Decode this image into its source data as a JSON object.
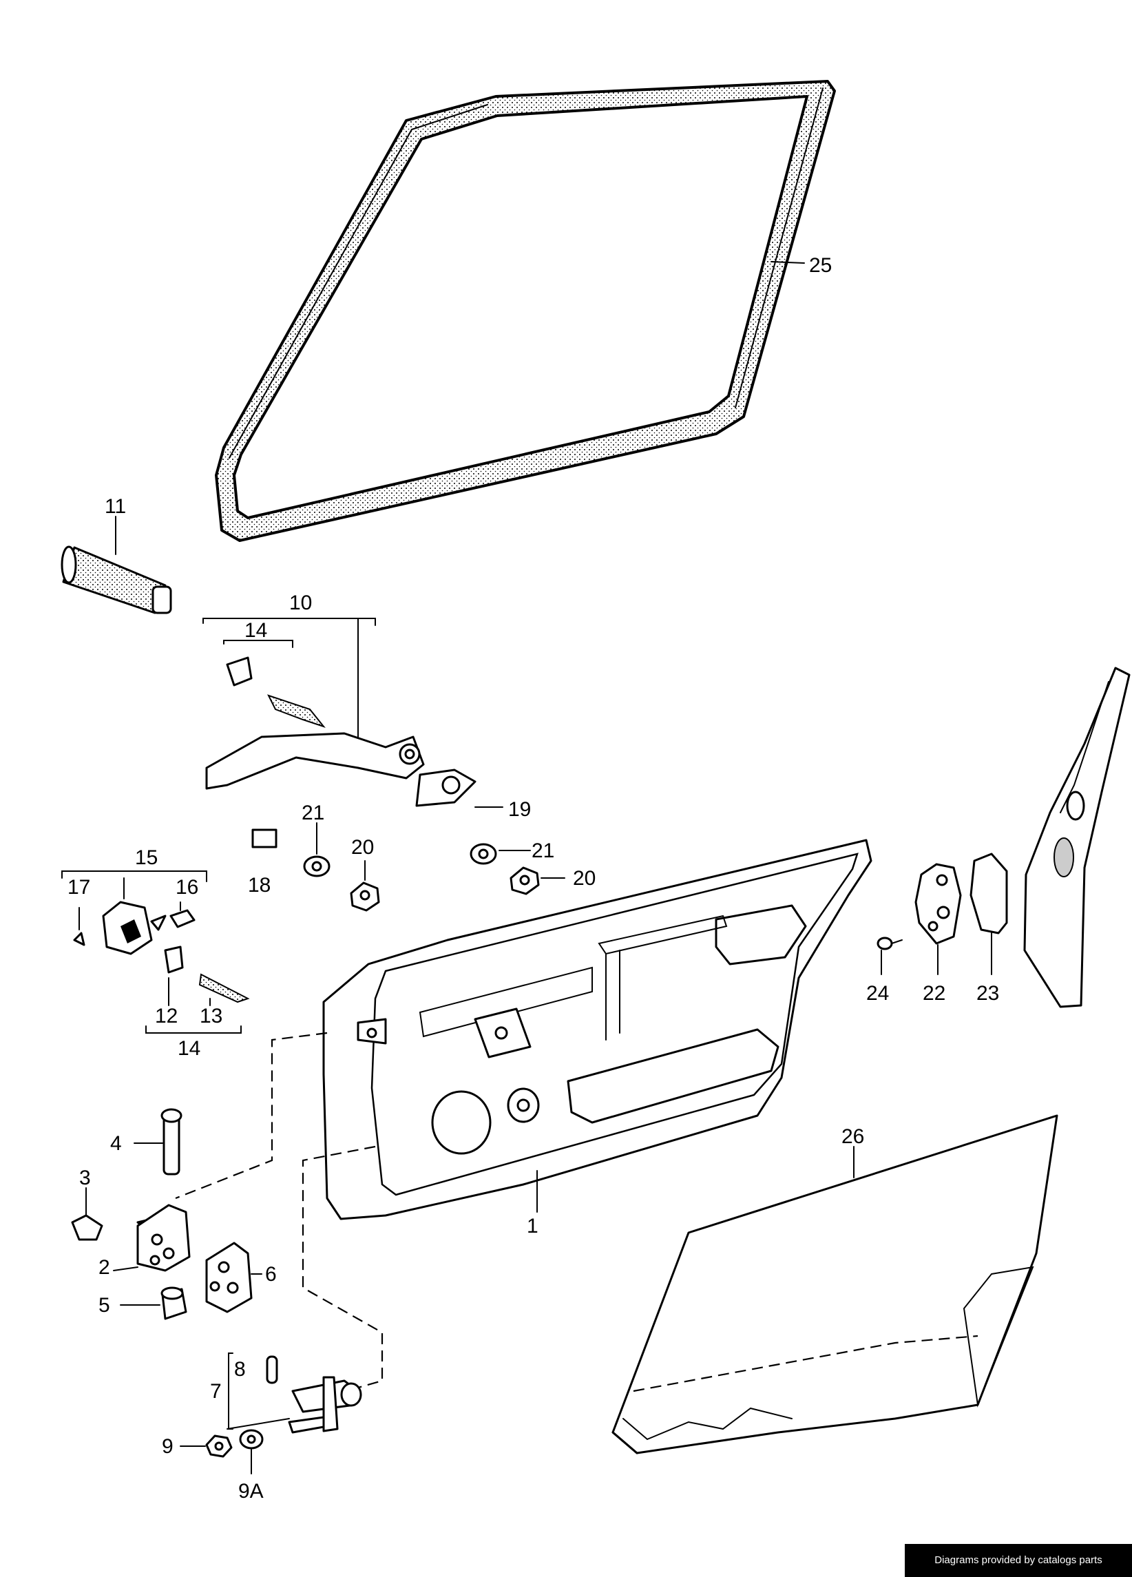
{
  "callouts": {
    "n1": "1",
    "n2": "2",
    "n3": "3",
    "n4": "4",
    "n5": "5",
    "n6": "6",
    "n7": "7",
    "n8": "8",
    "n9": "9",
    "n9a": "9A",
    "n10": "10",
    "n11": "11",
    "n12": "12",
    "n13": "13",
    "n14a": "14",
    "n14b": "14",
    "n15": "15",
    "n16": "16",
    "n17": "17",
    "n18": "18",
    "n19": "19",
    "n20a": "20",
    "n20b": "20",
    "n21a": "21",
    "n21b": "21",
    "n22": "22",
    "n23": "23",
    "n24": "24",
    "n25": "25",
    "n26": "26"
  },
  "credit": "Diagrams provided by catalogs parts"
}
